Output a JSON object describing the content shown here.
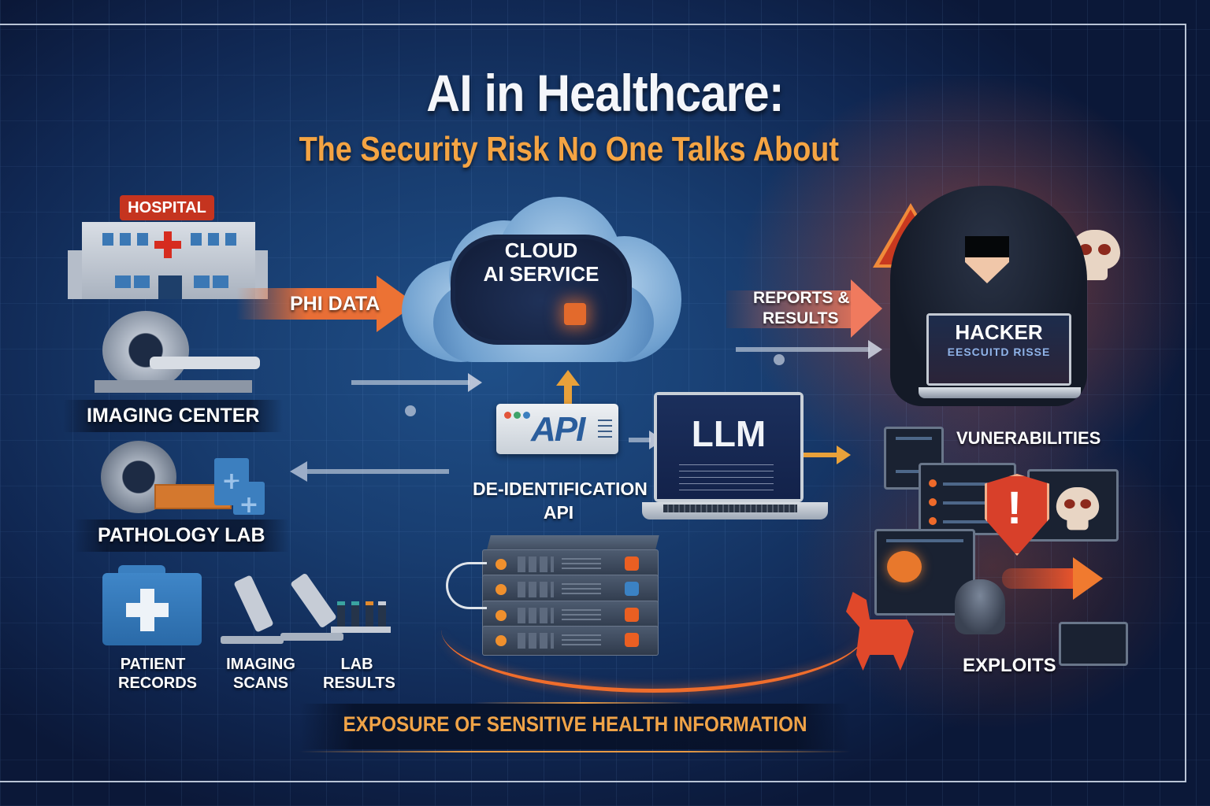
{
  "header": {
    "title": "AI in Healthcare:",
    "subtitle": "The Security Risk No One Talks About"
  },
  "sources": {
    "hospital": {
      "label": "HOSPITAL"
    },
    "imaging_center": {
      "label": "IMAGING CENTER"
    },
    "pathology_lab": {
      "label": "PATHOLOGY LAB"
    },
    "data_types": [
      {
        "line1": "PATIENT",
        "line2": "RECORDS"
      },
      {
        "line1": "IMAGING",
        "line2": "SCANS"
      },
      {
        "line1": "LAB",
        "line2": "RESULTS"
      }
    ]
  },
  "flows": {
    "phi_data": "PHI DATA",
    "reports_results_line1": "REPORTS &",
    "reports_results_line2": "RESULTS"
  },
  "center": {
    "cloud_line1": "CLOUD",
    "cloud_line2": "AI SERVICE",
    "api_box_label": "API",
    "deid_line1": "DE-IDENTIFICATION",
    "deid_line2": "API",
    "llm_label": "LLM"
  },
  "threats": {
    "hacker_label": "HACKER",
    "hacker_screen_sub": "EESCUITD RISSE",
    "vulnerabilities_label": "VUNERABILITIES",
    "exploits_label": "EXPLOITS",
    "icons": [
      "warning-triangle",
      "skull",
      "shield-alert",
      "bug",
      "trojan-horse",
      "attack-arrow"
    ]
  },
  "footer": {
    "banner": "EXPOSURE OF SENSITIVE HEALTH INFORMATION"
  },
  "colors": {
    "background": "#13305e",
    "title_white": "#f4f6fa",
    "subtitle_orange": "#f4a443",
    "accent_orange": "#ec7234",
    "threat_red": "#d8402a",
    "frame": "#b9c4d6"
  }
}
